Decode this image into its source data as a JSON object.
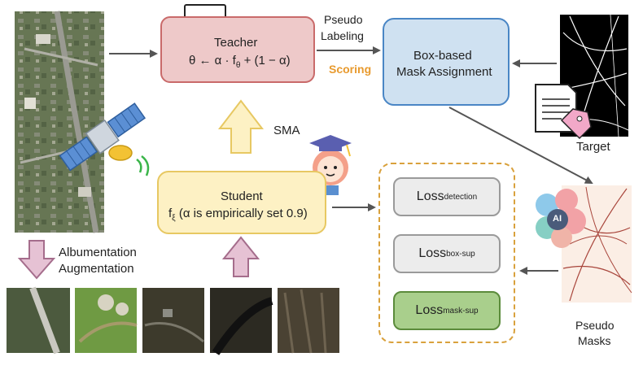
{
  "teacher": {
    "title": "Teacher",
    "formula": "θ ← α · f",
    "formula_sub": "θ",
    "formula_tail": " + (1 − α)"
  },
  "pseudo_labeling": {
    "line1": "Pseudo",
    "line2": "Labeling"
  },
  "scoring": "Scoring",
  "mask_assignment": {
    "line1": "Box-based",
    "line2": "Mask Assignment"
  },
  "target_label": "Target",
  "sma_label": "SMA",
  "student": {
    "title": "Student",
    "formula_pre": "f",
    "formula_sub": "ξ",
    "formula_tail": " (α is empirically set 0.9)"
  },
  "augmentation": {
    "line1": "Albumentation",
    "line2": "Augmentation"
  },
  "losses": [
    {
      "base": "Loss",
      "sub": "detection",
      "style": "gray"
    },
    {
      "base": "Loss",
      "sub": "box-sup",
      "style": "gray"
    },
    {
      "base": "Loss",
      "sub": "mask-sup",
      "style": "green"
    }
  ],
  "pseudo_masks": {
    "line1": "Pseudo",
    "line2": "Masks"
  },
  "ai_badge": "AI",
  "colors": {
    "teacher_fill": "#eec9c9",
    "teacher_border": "#c96a6a",
    "mask_fill": "#cfe1f1",
    "mask_border": "#4a86c5",
    "student_fill": "#fdf1c4",
    "student_border": "#e7c862",
    "scoring": "#e89a2e",
    "loss_group_border": "#d9a13c",
    "loss_green_fill": "#a9cf8c",
    "arrow_up_fill": "#fdf1c4",
    "arrow_pink_fill": "#e6c2d4"
  }
}
